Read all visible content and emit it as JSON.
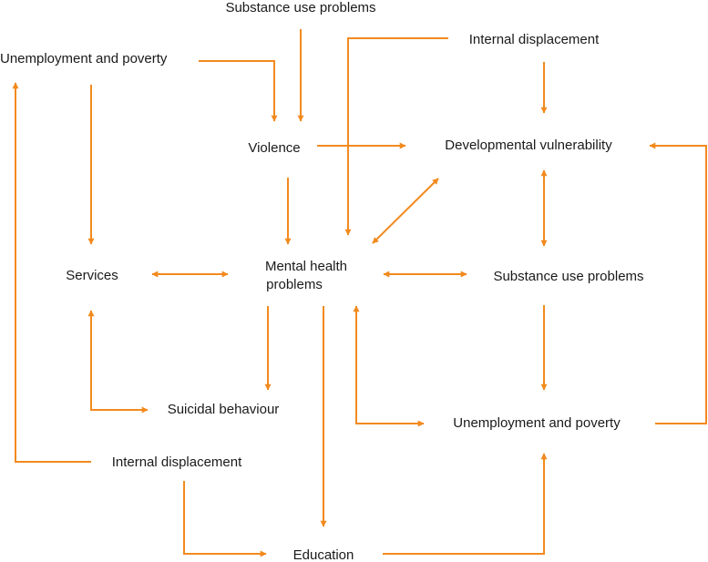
{
  "colors": {
    "arrow": "#f28a1e",
    "text": "#1a1a1a",
    "background": "#ffffff"
  },
  "nodes": {
    "substance_use_top": "Substance use problems",
    "unemployment_left": "Unemployment and poverty",
    "internal_displacement_top": "Internal displacement",
    "violence": "Violence",
    "developmental_vulnerability": "Developmental vulnerability",
    "services": "Services",
    "mental_health_line1": "Mental health",
    "mental_health_line2": "problems",
    "substance_use_right": "Substance use problems",
    "suicidal_behaviour": "Suicidal behaviour",
    "unemployment_right": "Unemployment and poverty",
    "internal_displacement_bottom": "Internal displacement",
    "education": "Education"
  }
}
